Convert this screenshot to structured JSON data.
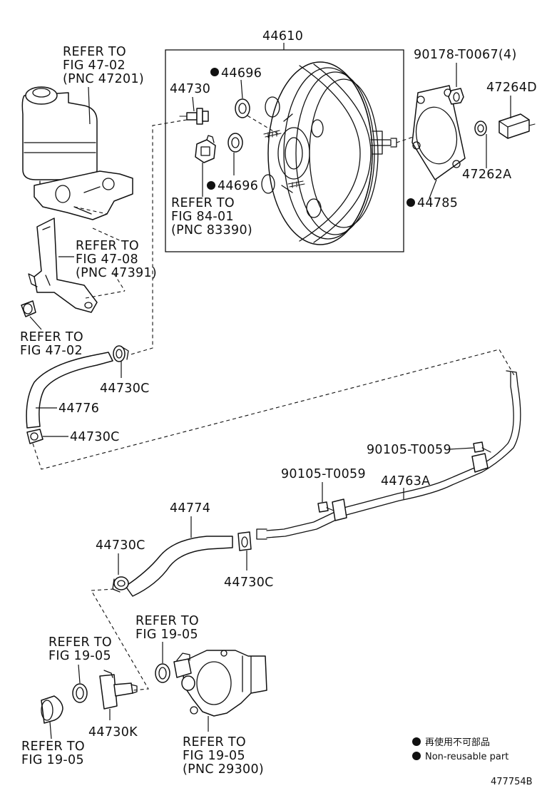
{
  "parts": {
    "booster": "44610",
    "grommet_top": "44696",
    "grommet_bottom": "44696",
    "check_valve": "44730",
    "nut": "90178-T0067(4)",
    "clevis": "47264D",
    "pin": "47262A",
    "gasket": "44785",
    "hose_upper_clamp": "44730C",
    "hose_upper": "44776",
    "hose_upper_clamp_lower": "44730C",
    "bolt_right": "90105-T0059",
    "bolt_mid": "90105-T0059",
    "pipe": "44763A",
    "hose_lower": "44774",
    "hose_lower_clamp_left": "44730C",
    "hose_lower_clamp_right": "44730C",
    "union": "44730K",
    "catalog_number": "477754B"
  },
  "refs": {
    "reservoir": [
      "REFER TO",
      "FIG 47-02",
      "(PNC 47201)"
    ],
    "bracket": [
      "REFER TO",
      "FIG 47-08",
      "(PNC 47391)"
    ],
    "bushing": [
      "REFER TO",
      "FIG 47-02"
    ],
    "switch": [
      "REFER TO",
      "FIG 84-01",
      "(PNC 83390)"
    ],
    "oring_pump": [
      "REFER TO",
      "FIG 19-05"
    ],
    "oring_union": [
      "REFER TO",
      "FIG 19-05"
    ],
    "plug": [
      "REFER TO",
      "FIG 19-05"
    ],
    "vacuum_pump": [
      "REFER TO",
      "FIG 19-05",
      "(PNC 29300)"
    ]
  },
  "legend": {
    "jp": "再使用不可部品",
    "en": "Non-reusable part"
  }
}
